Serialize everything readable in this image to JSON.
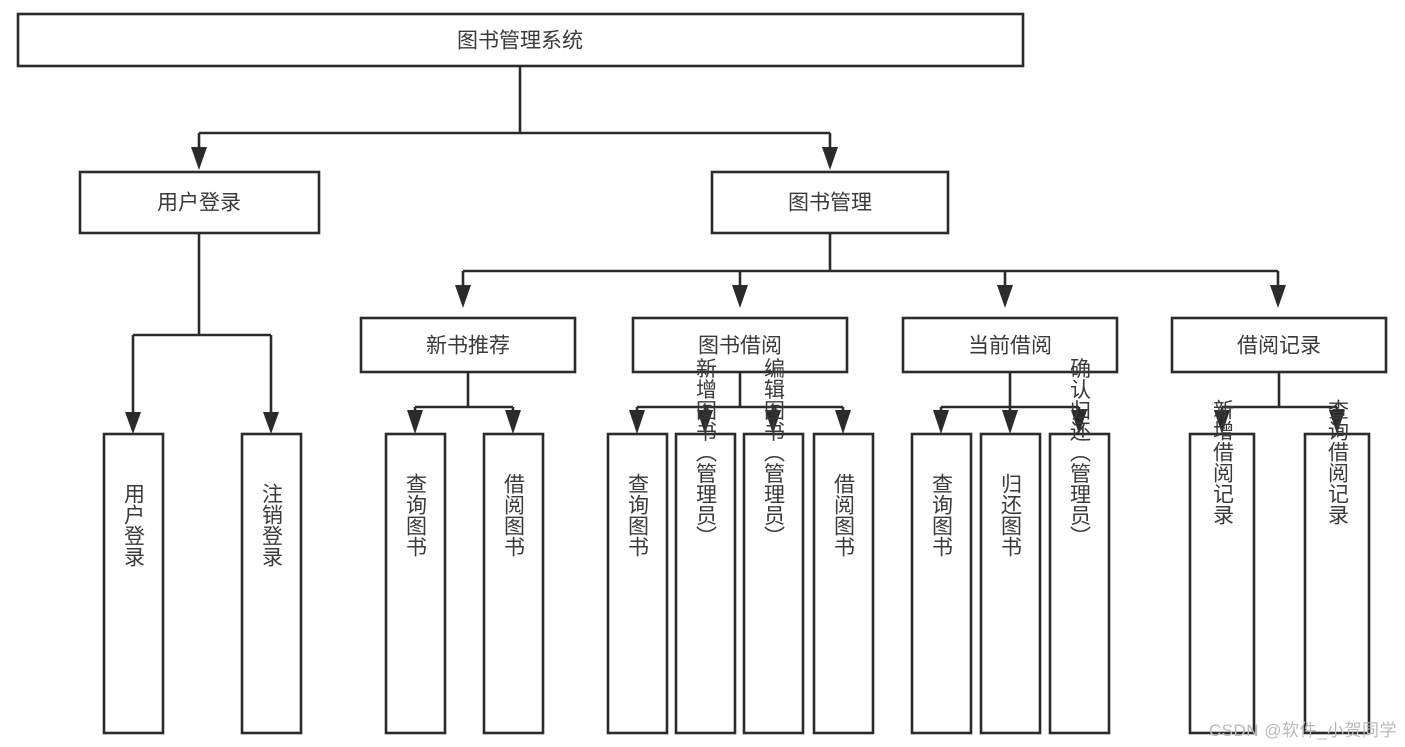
{
  "diagram": {
    "type": "tree-hierarchy",
    "title": "图书管理系统",
    "colors": {
      "box_stroke": "#2b2b2b",
      "box_fill": "#ffffff",
      "text": "#3a3a3a",
      "connector": "#2b2b2b",
      "background": "#ffffff",
      "watermark": "#b9b9b9"
    },
    "root": {
      "label": "图书管理系统"
    },
    "level1": [
      {
        "id": "user-login",
        "label": "用户登录"
      },
      {
        "id": "book-management",
        "label": "图书管理"
      }
    ],
    "level2": [
      {
        "id": "new-book-recommend",
        "label": "新书推荐",
        "parent": "book-management"
      },
      {
        "id": "book-borrow",
        "label": "图书借阅",
        "parent": "book-management"
      },
      {
        "id": "current-borrow",
        "label": "当前借阅",
        "parent": "book-management"
      },
      {
        "id": "borrow-record",
        "label": "借阅记录",
        "parent": "book-management"
      }
    ],
    "leaves": {
      "user-login": [
        {
          "id": "leaf-user-login",
          "label": "用户登录"
        },
        {
          "id": "leaf-user-logout",
          "label": "注销登录"
        }
      ],
      "new-book-recommend": [
        {
          "id": "leaf-query-book-1",
          "label": "查询图书"
        },
        {
          "id": "leaf-borrow-book-1",
          "label": "借阅图书"
        }
      ],
      "book-borrow": [
        {
          "id": "leaf-query-book-2",
          "label": "查询图书"
        },
        {
          "id": "leaf-add-book",
          "label": "新增图书（管理员）"
        },
        {
          "id": "leaf-edit-book",
          "label": "编辑图书（管理员）"
        },
        {
          "id": "leaf-borrow-book-2",
          "label": "借阅图书"
        }
      ],
      "current-borrow": [
        {
          "id": "leaf-query-book-3",
          "label": "查询图书"
        },
        {
          "id": "leaf-return-book",
          "label": "归还图书"
        },
        {
          "id": "leaf-confirm-return",
          "label": "确认归还（管理员）"
        }
      ],
      "borrow-record": [
        {
          "id": "leaf-add-record",
          "label": "新增借阅记录"
        },
        {
          "id": "leaf-query-record",
          "label": "查询借阅记录"
        }
      ]
    }
  },
  "watermark": {
    "text": "CSDN @软件_小贺同学"
  }
}
